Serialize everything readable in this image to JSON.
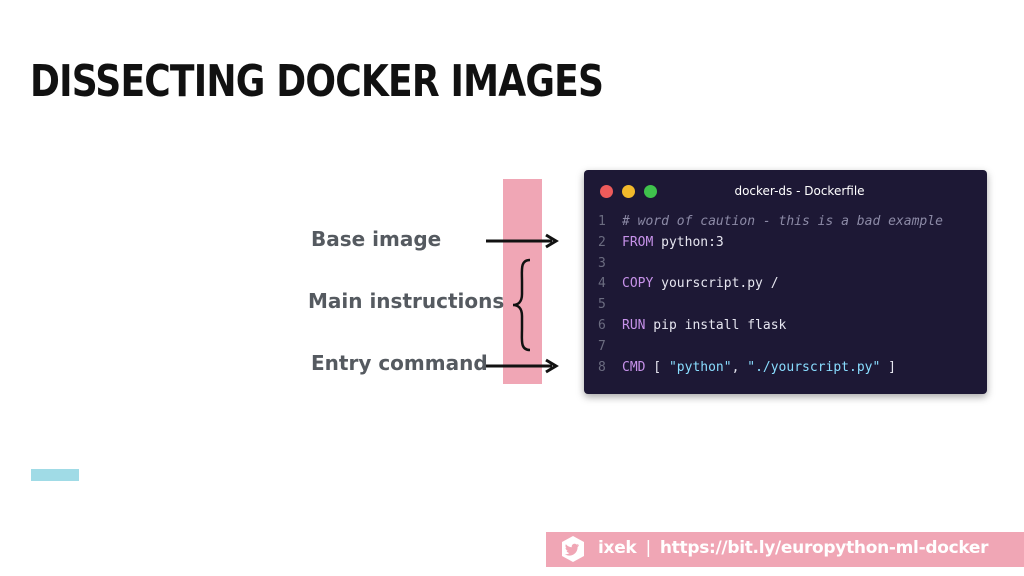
{
  "slide": {
    "title": "DISSECTING DOCKER IMAGES"
  },
  "annotations": {
    "base_image": "Base image",
    "main_instructions": "Main instructions",
    "entry_command": "Entry command"
  },
  "editor": {
    "window_title": "docker-ds - Dockerfile",
    "dots": [
      "#ed5b5b",
      "#f2b92b",
      "#3fc24c"
    ],
    "lines": [
      {
        "n": "1",
        "parts": [
          {
            "t": "# word of caution - this is a bad example",
            "c": "cm"
          }
        ]
      },
      {
        "n": "2",
        "parts": [
          {
            "t": "FROM",
            "c": "kw"
          },
          {
            "t": " python:3",
            "c": ""
          }
        ]
      },
      {
        "n": "3",
        "parts": []
      },
      {
        "n": "4",
        "parts": [
          {
            "t": "COPY",
            "c": "kw"
          },
          {
            "t": " yourscript.py /",
            "c": ""
          }
        ]
      },
      {
        "n": "5",
        "parts": []
      },
      {
        "n": "6",
        "parts": [
          {
            "t": "RUN",
            "c": "kw"
          },
          {
            "t": " pip install flask",
            "c": ""
          }
        ]
      },
      {
        "n": "7",
        "parts": []
      },
      {
        "n": "8",
        "parts": [
          {
            "t": "CMD",
            "c": "kw"
          },
          {
            "t": " [ ",
            "c": ""
          },
          {
            "t": "\"python\"",
            "c": "str"
          },
          {
            "t": ", ",
            "c": ""
          },
          {
            "t": "\"./yourscript.py\"",
            "c": "str"
          },
          {
            "t": " ]",
            "c": ""
          }
        ]
      }
    ]
  },
  "footer": {
    "handle": "ixek",
    "separator": "|",
    "link": "https://bit.ly/europython-ml-docker",
    "icon": "twitter-bird-icon"
  },
  "colors": {
    "accent_pink": "#f0a6b5",
    "accent_cyan": "#a0dbe6",
    "editor_bg": "#1d1835"
  }
}
